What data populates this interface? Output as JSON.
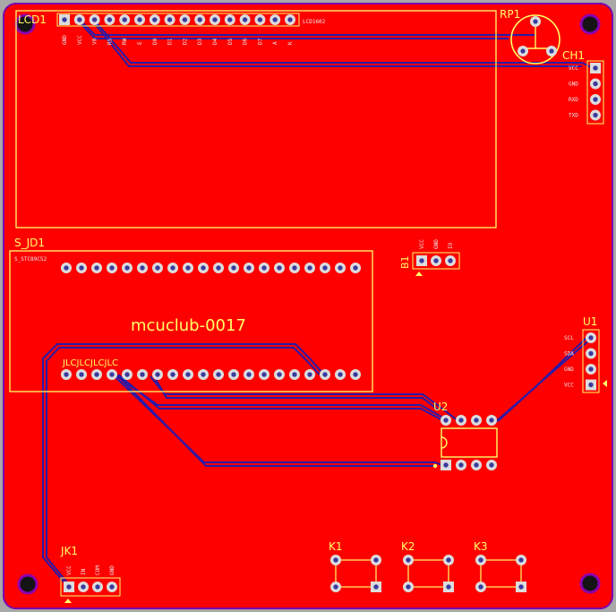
{
  "colors": {
    "board": "#ff0000",
    "outline": "#7a00aa",
    "silk": "#ffff66",
    "trace": "#2a1aa8",
    "pad": "#dcdcdc",
    "hole": "#3a3aa0"
  },
  "brand": "mcuclub-0017",
  "components": {
    "lcd": {
      "ref": "LCD1",
      "value": "LCD1602",
      "pins": [
        "GND",
        "VCC",
        "V0",
        "RS",
        "RW",
        "E",
        "D0",
        "D1",
        "D2",
        "D3",
        "D4",
        "D5",
        "D6",
        "D7",
        "A",
        "K"
      ]
    },
    "rp": {
      "ref": "RP1"
    },
    "ch": {
      "ref": "CH1",
      "pins": [
        "VCC",
        "GND",
        "RXD",
        "TXD"
      ]
    },
    "sjd": {
      "ref": "S_JD1",
      "top_label": "S_STC89C52",
      "bottom_label": "JLCJLCJLCJLC"
    },
    "b1": {
      "ref": "B1",
      "pins": [
        "VCC",
        "GND",
        "IO"
      ]
    },
    "u1": {
      "ref": "U1",
      "pins": [
        "SCL",
        "SDA",
        "GND",
        "VCC"
      ]
    },
    "u2": {
      "ref": "U2"
    },
    "jk1": {
      "ref": "JK1",
      "pins": [
        "VCC",
        "IN",
        "COM",
        "GND"
      ]
    },
    "keys": [
      "K1",
      "K2",
      "K3"
    ]
  }
}
